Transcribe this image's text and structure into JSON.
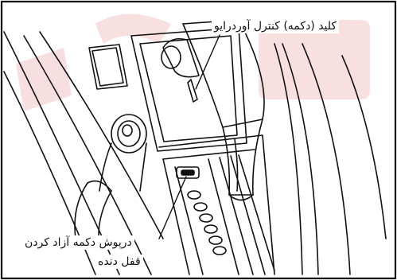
{
  "labels": {
    "overdrive_switch": "کلید (دکمه) کنترل آوردرایو",
    "shift_lock_cover_line1": "درپوش دکمه آزاد کردن",
    "shift_lock_cover_line2": "قفل دنده"
  },
  "colors": {
    "line": "#111111",
    "watermark": "#f2c6c9",
    "background": "#ffffff"
  },
  "icons": [
    "watermark-logo"
  ]
}
